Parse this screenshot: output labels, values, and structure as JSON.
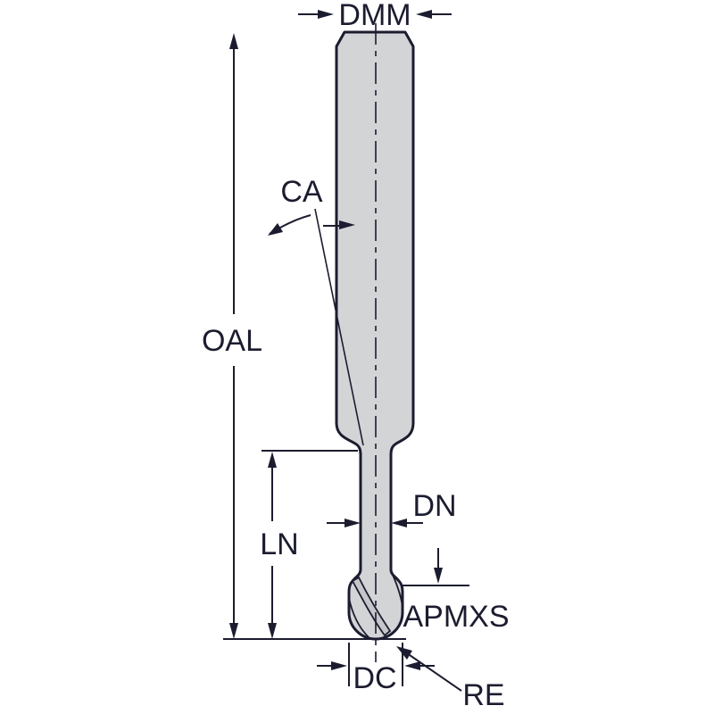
{
  "figure": {
    "labels": {
      "dmm": "DMM",
      "ca": "CA",
      "oal": "OAL",
      "ln": "LN",
      "dn": "DN",
      "apmxs": "APMXS",
      "dc": "DC",
      "re": "RE"
    },
    "colors": {
      "line": "#1c1c30",
      "body_fill": "#d2d4d6",
      "flute_shade": "#c4c6ca",
      "background": "#ffffff"
    }
  }
}
